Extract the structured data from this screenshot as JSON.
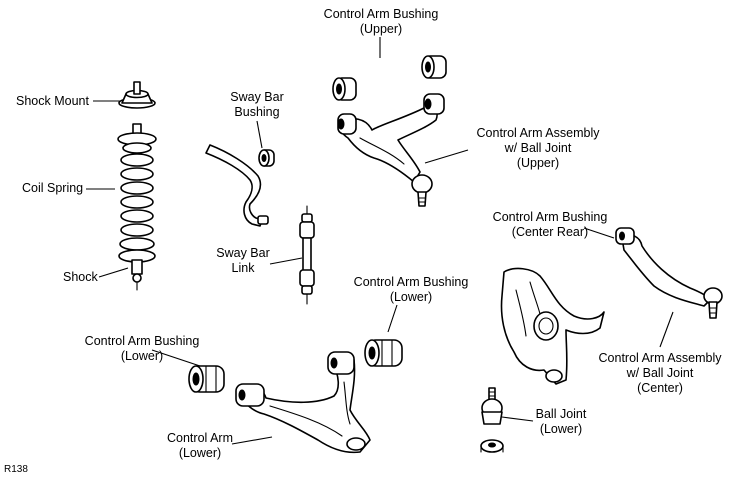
{
  "figure_code": "R138",
  "labels": {
    "cab_upper": [
      "Control Arm Bushing",
      "(Upper)"
    ],
    "shock_mount": [
      "Shock Mount"
    ],
    "sway_bar_bushing": [
      "Sway Bar",
      "Bushing"
    ],
    "coil_spring": [
      "Coil Spring"
    ],
    "ca_assembly_upper": [
      "Control Arm Assembly",
      "w/ Ball Joint",
      "(Upper)"
    ],
    "cab_center_rear": [
      "Control Arm Bushing",
      "(Center Rear)"
    ],
    "sway_bar_link": [
      "Sway Bar",
      "Link"
    ],
    "shock": [
      "Shock"
    ],
    "cab_lower_right": [
      "Control Arm Bushing",
      "(Lower)"
    ],
    "cab_lower_left": [
      "Control Arm Bushing",
      "(Lower)"
    ],
    "ca_assembly_center": [
      "Control Arm Assembly",
      "w/ Ball Joint",
      "(Center)"
    ],
    "ball_joint_lower": [
      "Ball Joint",
      "(Lower)"
    ],
    "control_arm_lower": [
      "Control Arm",
      "(Lower)"
    ]
  }
}
